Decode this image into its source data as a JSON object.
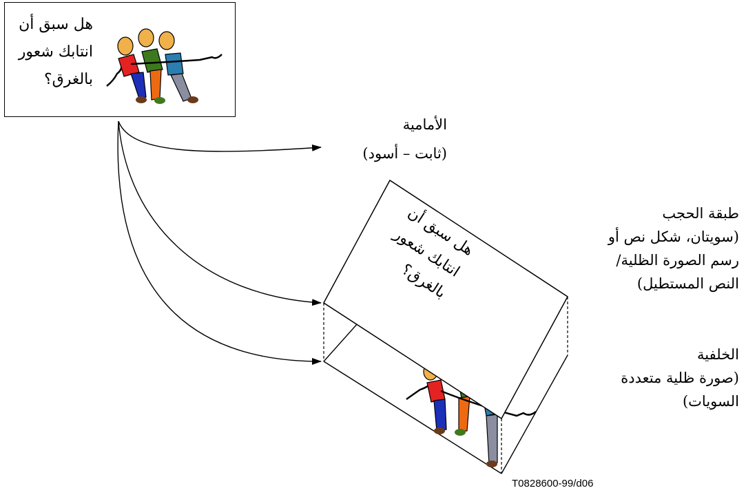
{
  "top_box": {
    "lines": [
      "هل سبق أن",
      "انتابك شعور",
      "بالغرق؟"
    ]
  },
  "labels": {
    "foreground": [
      "الأمامية",
      "(ثابت – أسود)"
    ],
    "mask_layer": [
      "طبقة الحجب",
      "(سويتان، شكل نص أو",
      "رسم الصورة الظلية/",
      "النص المستطيل)"
    ],
    "background": [
      "الخلفية",
      "(صورة ظلية متعددة",
      "السويات)"
    ]
  },
  "layer_text": [
    "هل سبق أن",
    "انتابك شعور",
    "بالغرق؟"
  ],
  "figure_code": "T0828600-99/d06",
  "colors": {
    "line": "#000000",
    "shirt_red": "#e52222",
    "shirt_green": "#3d7a1e",
    "shirt_blue": "#2a7fb0",
    "pants_blue": "#1b2fb8",
    "pants_orange": "#ee6a12",
    "pants_gray": "#8a8ea0",
    "skin": "#f0b14a"
  }
}
